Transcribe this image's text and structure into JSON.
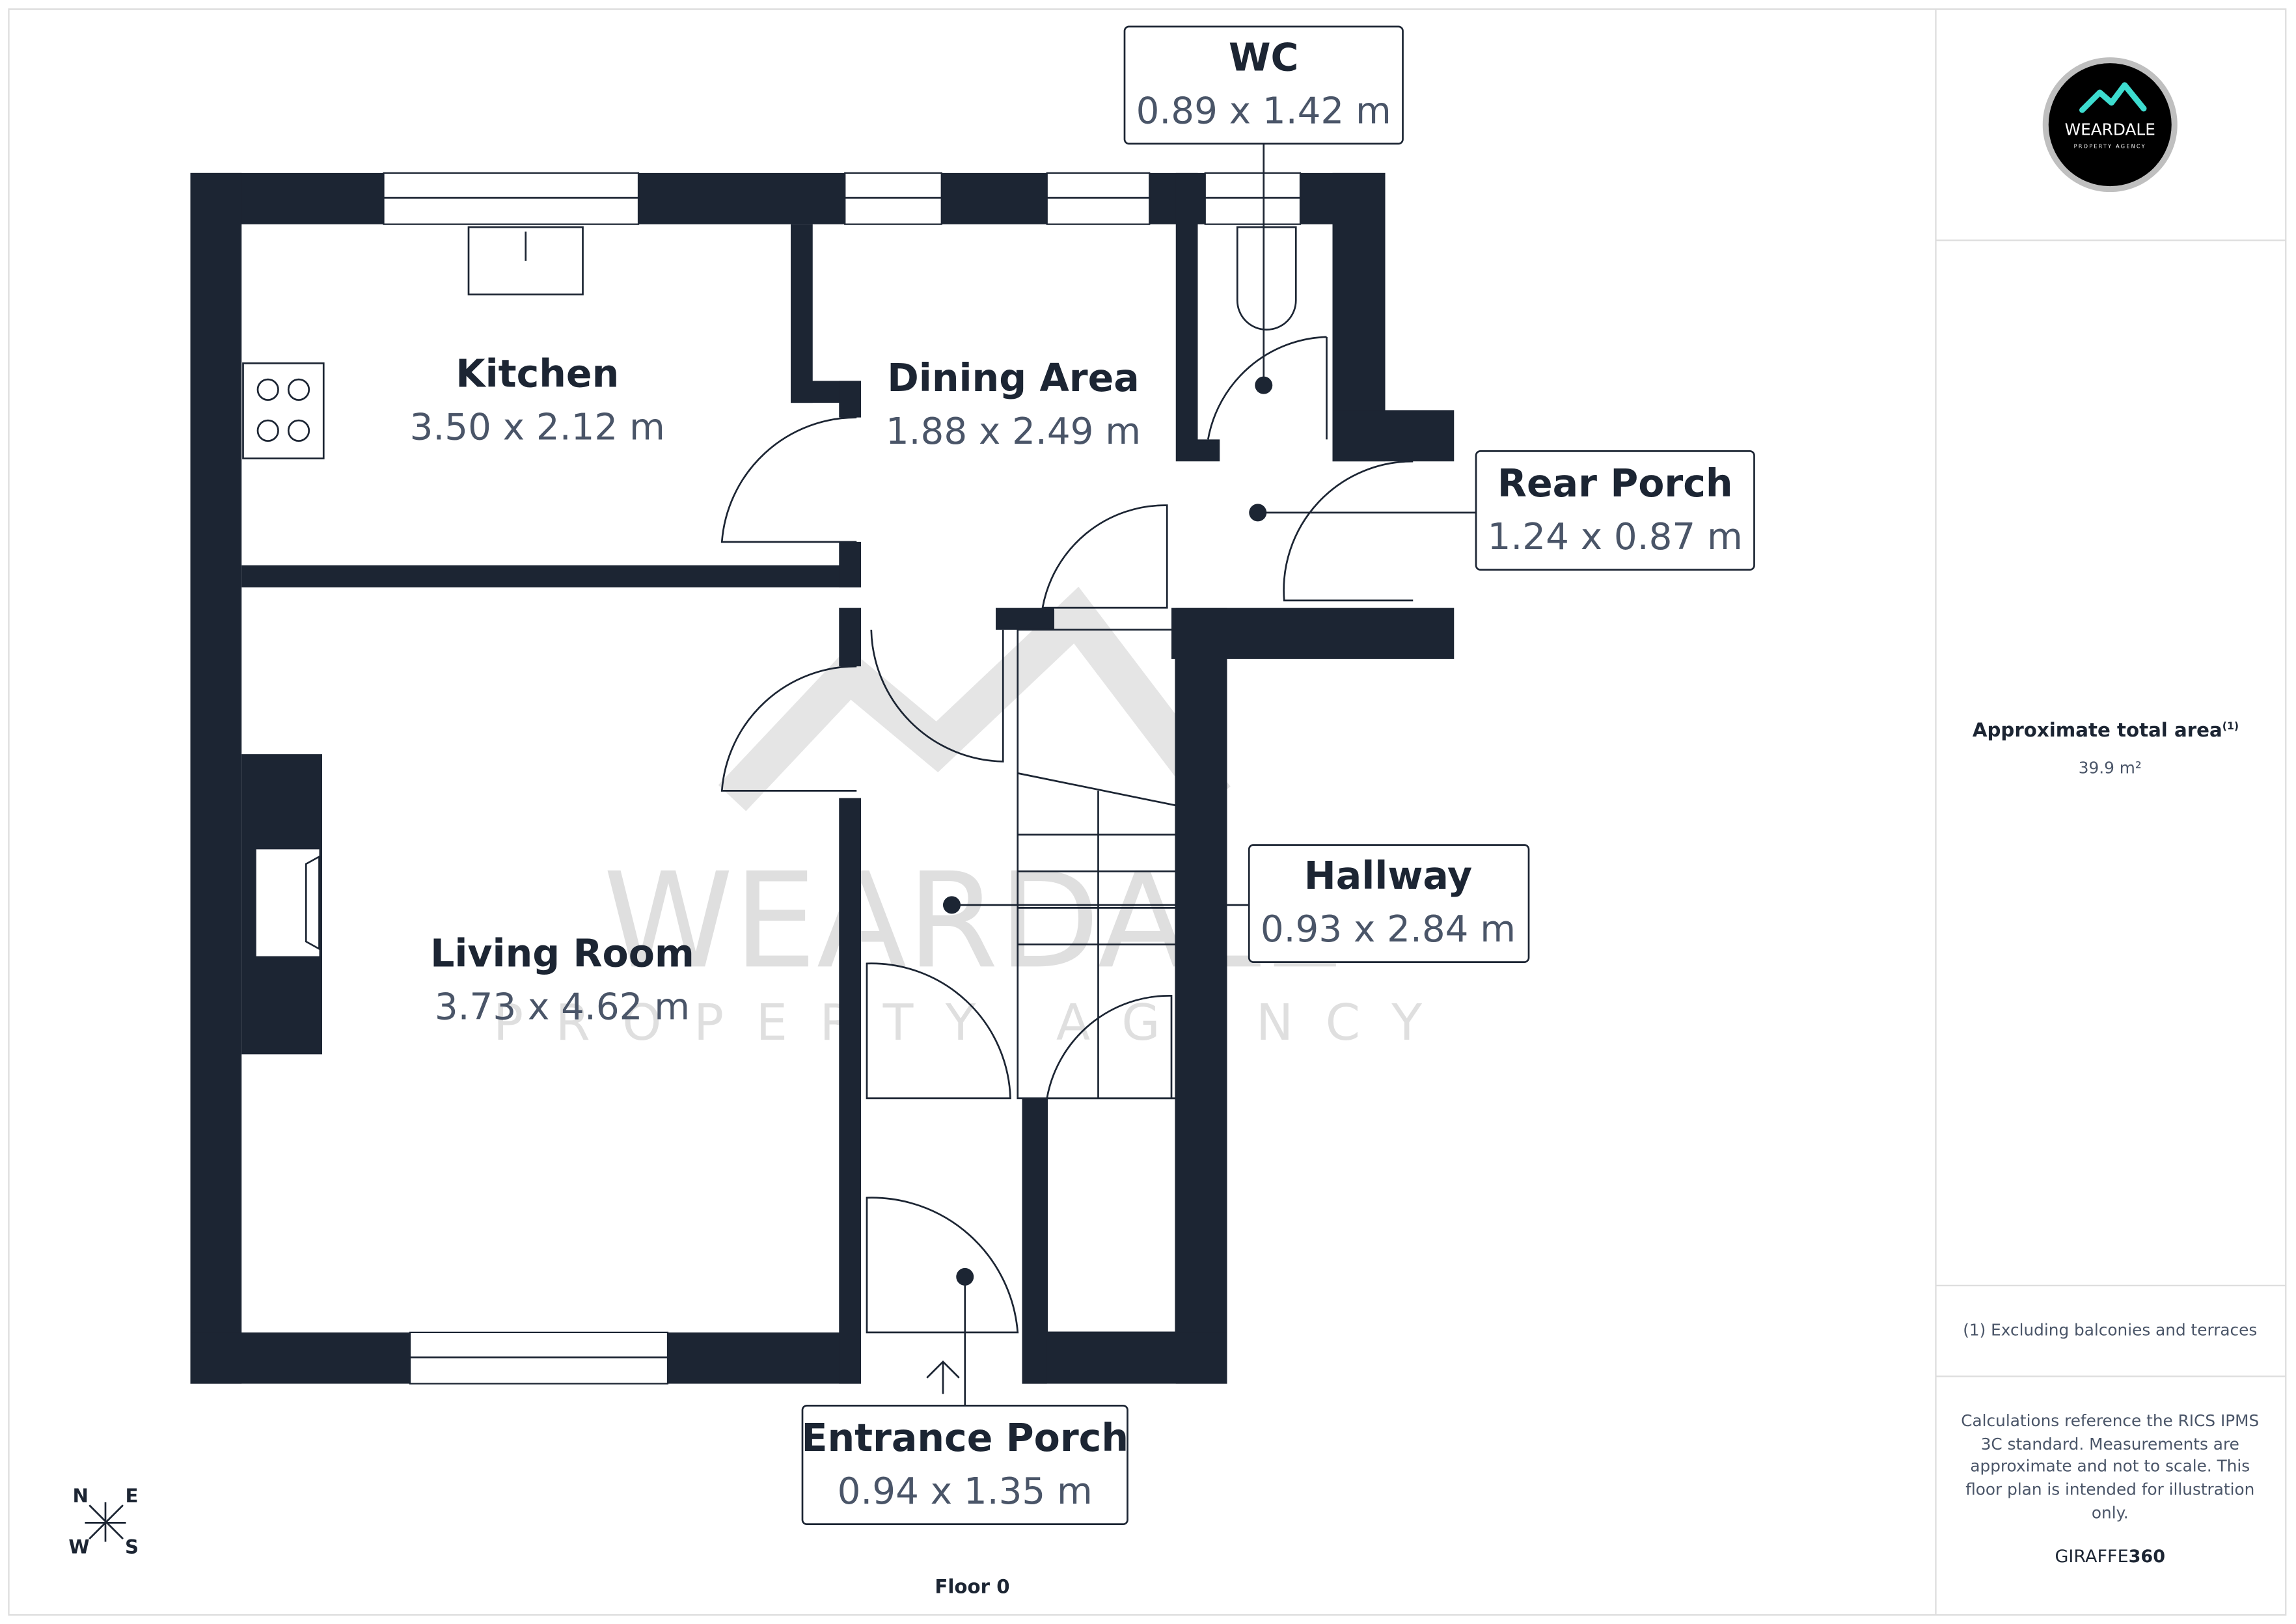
{
  "rooms": [
    {
      "name": "Kitchen",
      "dims": "3.50 x 2.12 m"
    },
    {
      "name": "Dining Area",
      "dims": "1.88 x 2.49 m"
    },
    {
      "name": "Living Room",
      "dims": "3.73 x 4.62 m"
    },
    {
      "name": "WC",
      "dims": "0.89 x 1.42 m"
    },
    {
      "name": "Rear Porch",
      "dims": "1.24 x 0.87 m"
    },
    {
      "name": "Hallway",
      "dims": "0.93 x 2.84 m"
    },
    {
      "name": "Entrance Porch",
      "dims": "0.94 x 1.35 m"
    }
  ],
  "floor_label": "Floor 0",
  "compass": {
    "n": "N",
    "e": "E",
    "s": "S",
    "w": "W"
  },
  "watermark": {
    "title": "WEARDALE",
    "subtitle": "PROPERTY AGENCY"
  },
  "logo": {
    "title": "WEARDALE",
    "subtitle": "PROPERTY AGENCY",
    "accent": "#3ddccf"
  },
  "panel": {
    "area_label": "Approximate total area",
    "area_sup": "(1)",
    "area_value": "39.9 m²",
    "footnote": "(1) Excluding balconies and terraces",
    "disclaimer_lines": [
      "Calculations reference the RICS IPMS",
      "3C standard. Measurements are",
      "approximate and not to scale. This",
      "floor plan is intended for illustration",
      "only."
    ],
    "brand_a": "GIRAFFE",
    "brand_b": "360"
  },
  "colors": {
    "wall": "#1c2533",
    "text_secondary": "#4a5568"
  }
}
